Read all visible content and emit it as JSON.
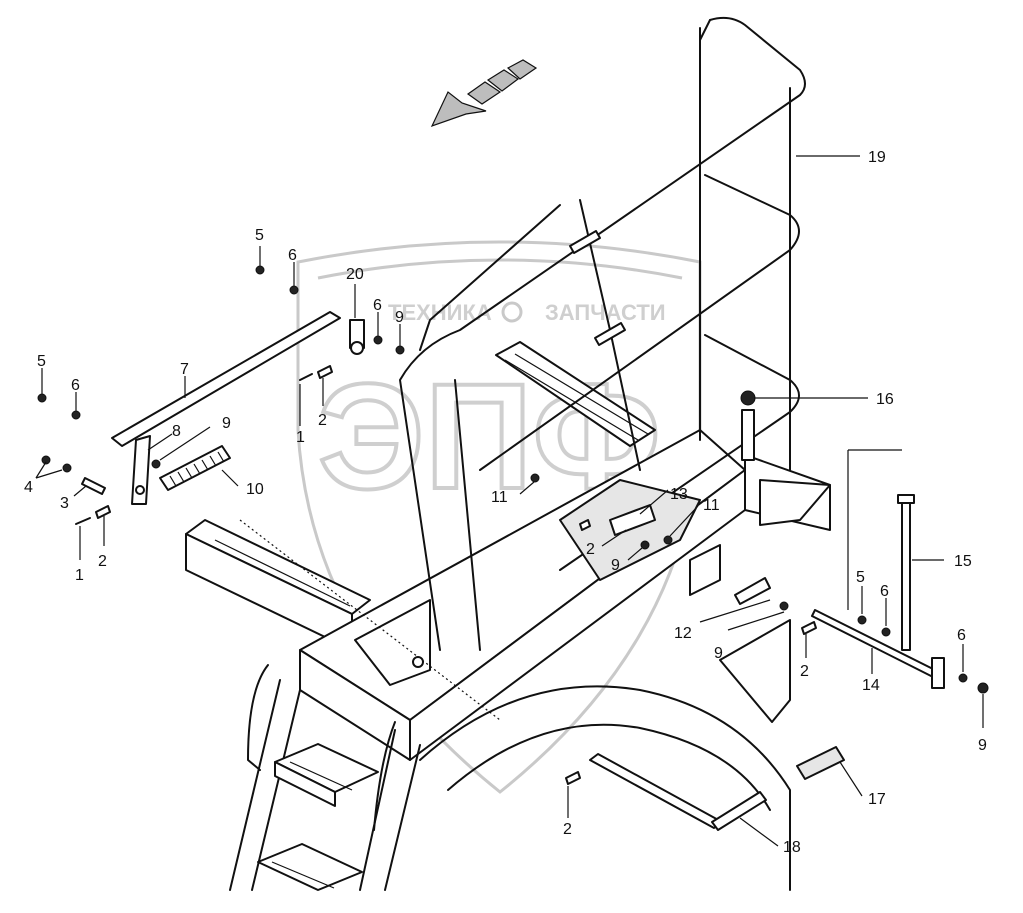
{
  "watermark": {
    "logo_text": "ЭПФ",
    "left_text": "ТЕХНИКА",
    "right_text": "ЗАПЧАСТИ"
  },
  "direction_arrow": "forward-arrow",
  "callouts": [
    {
      "id": "c1a",
      "text": "1"
    },
    {
      "id": "c1b",
      "text": "1"
    },
    {
      "id": "c2a",
      "text": "2"
    },
    {
      "id": "c2b",
      "text": "2"
    },
    {
      "id": "c2c",
      "text": "2"
    },
    {
      "id": "c2d",
      "text": "2"
    },
    {
      "id": "c2e",
      "text": "2"
    },
    {
      "id": "c3",
      "text": "3"
    },
    {
      "id": "c4",
      "text": "4"
    },
    {
      "id": "c5a",
      "text": "5"
    },
    {
      "id": "c5b",
      "text": "5"
    },
    {
      "id": "c5c",
      "text": "5"
    },
    {
      "id": "c6a",
      "text": "6"
    },
    {
      "id": "c6b",
      "text": "6"
    },
    {
      "id": "c6c",
      "text": "6"
    },
    {
      "id": "c6d",
      "text": "6"
    },
    {
      "id": "c6e",
      "text": "6"
    },
    {
      "id": "c7",
      "text": "7"
    },
    {
      "id": "c8",
      "text": "8"
    },
    {
      "id": "c9a",
      "text": "9"
    },
    {
      "id": "c9b",
      "text": "9"
    },
    {
      "id": "c9c",
      "text": "9"
    },
    {
      "id": "c9d",
      "text": "9"
    },
    {
      "id": "c9e",
      "text": "9"
    },
    {
      "id": "c10",
      "text": "10"
    },
    {
      "id": "c11a",
      "text": "11"
    },
    {
      "id": "c11b",
      "text": "11"
    },
    {
      "id": "c12",
      "text": "12"
    },
    {
      "id": "c13",
      "text": "13"
    },
    {
      "id": "c14",
      "text": "14"
    },
    {
      "id": "c15",
      "text": "15"
    },
    {
      "id": "c16",
      "text": "16"
    },
    {
      "id": "c17",
      "text": "17"
    },
    {
      "id": "c18",
      "text": "18"
    },
    {
      "id": "c19",
      "text": "19"
    },
    {
      "id": "c20",
      "text": "20"
    }
  ]
}
